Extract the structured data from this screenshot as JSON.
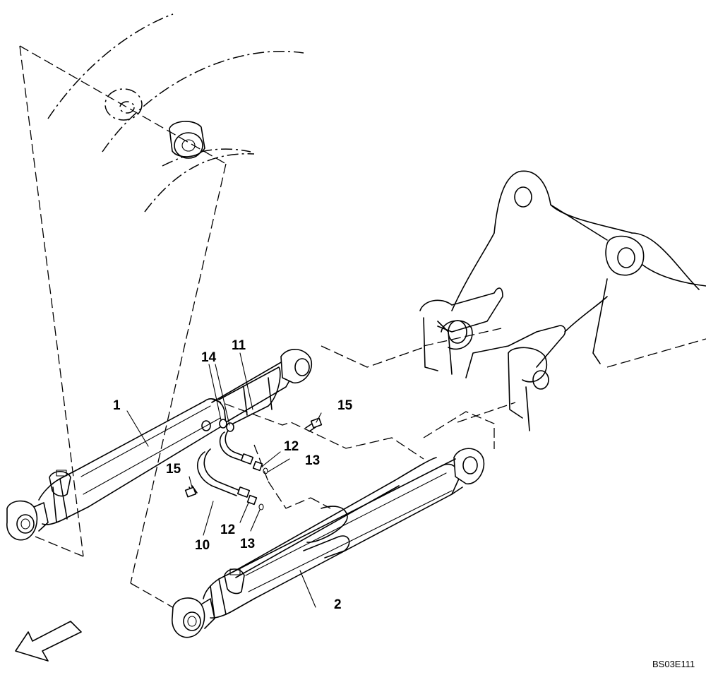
{
  "diagram": {
    "callouts": [
      {
        "id": "c1",
        "label": "1"
      },
      {
        "id": "c2",
        "label": "2"
      },
      {
        "id": "c10",
        "label": "10"
      },
      {
        "id": "c11",
        "label": "11"
      },
      {
        "id": "c12a",
        "label": "12"
      },
      {
        "id": "c12b",
        "label": "12"
      },
      {
        "id": "c13a",
        "label": "13"
      },
      {
        "id": "c13b",
        "label": "13"
      },
      {
        "id": "c14",
        "label": "14"
      },
      {
        "id": "c15a",
        "label": "15"
      },
      {
        "id": "c15b",
        "label": "15"
      }
    ],
    "figure_code": "BS03E111",
    "icons": {
      "direction_arrow": "front-direction-arrow-icon"
    }
  }
}
